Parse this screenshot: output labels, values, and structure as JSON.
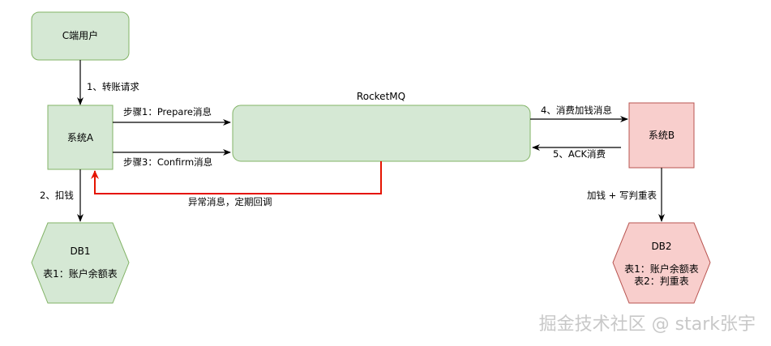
{
  "colors": {
    "green_fill": "#d5e8d4",
    "green_stroke": "#82b366",
    "red_fill": "#f8cecc",
    "red_stroke": "#b85450",
    "arrow": "#000000",
    "error_arrow": "#e51400"
  },
  "nodes": {
    "c_user": "C端用户",
    "system_a": "系统A",
    "rocketmq": "RocketMQ",
    "system_b": "系统B",
    "db1": {
      "title": "DB1",
      "line1": "表1：账户余额表"
    },
    "db2": {
      "title": "DB2",
      "line1": "表1：账户余额表",
      "line2": "表2：判重表"
    }
  },
  "edges": {
    "transfer_request": "1、转账请求",
    "prepare": "步骤1：Prepare消息",
    "confirm": "步骤3：Confirm消息",
    "deduct": "2、扣钱",
    "callback": "异常消息，定期回调",
    "consume": "4、消费加钱消息",
    "ack": "5、ACK消费",
    "add_and_write": "加钱 + 写判重表"
  },
  "watermark": "掘金技术社区 @ stark张宇"
}
